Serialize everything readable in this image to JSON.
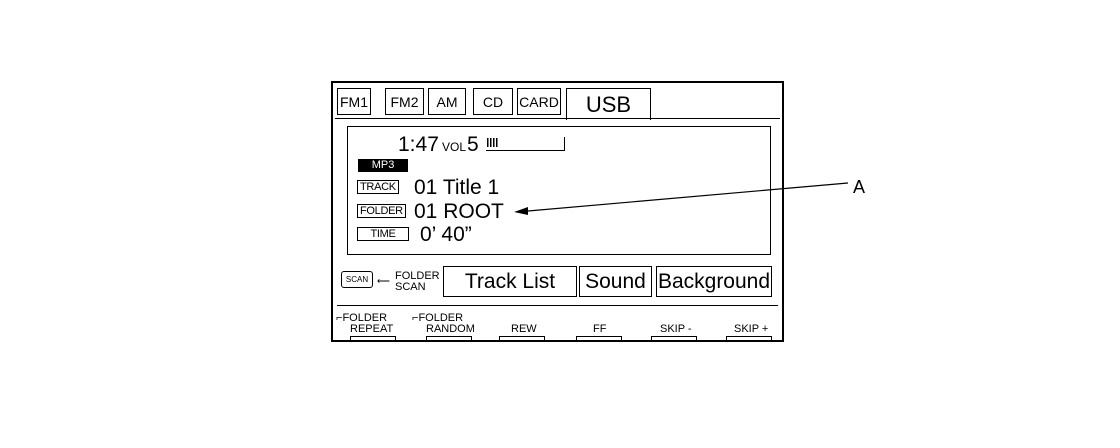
{
  "tabs": [
    {
      "label": "FM1"
    },
    {
      "label": "FM2"
    },
    {
      "label": "AM"
    },
    {
      "label": "CD"
    },
    {
      "label": "CARD"
    },
    {
      "label": "USB"
    }
  ],
  "display": {
    "clock": "1:47",
    "vol_label": "VOL",
    "vol_value": "5",
    "vol_level": 4,
    "format_badge": "MP3",
    "track_tag": "TRACK",
    "track_value": "01 Title 1",
    "folder_tag": "FOLDER",
    "folder_value": "01 ROOT",
    "time_tag": "TIME",
    "time_value": "0’ 40”"
  },
  "controls": {
    "scan_label": "SCAN",
    "folder_scan_line1": "FOLDER",
    "folder_scan_line2": "SCAN",
    "track_list": "Track List",
    "sound": "Sound",
    "background": "Background"
  },
  "hardware_buttons": [
    {
      "line1": "FOLDER",
      "line2": "REPEAT"
    },
    {
      "line1": "FOLDER",
      "line2": "RANDOM"
    },
    {
      "line1": "",
      "line2": "REW"
    },
    {
      "line1": "",
      "line2": "FF"
    },
    {
      "line1": "",
      "line2": "SKIP -"
    },
    {
      "line1": "",
      "line2": "SKIP +"
    }
  ],
  "callout": {
    "label": "A"
  }
}
